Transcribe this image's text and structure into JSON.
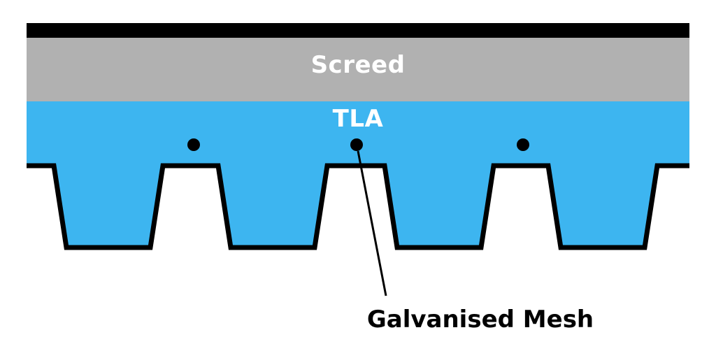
{
  "diagram": {
    "type": "construction-section-detail",
    "layers": {
      "top": {
        "label": "",
        "color": "#000000"
      },
      "screed": {
        "label": "Screed",
        "color": "#B1B1B1",
        "text_color": "#FFFFFF"
      },
      "tla": {
        "label": "TLA",
        "color": "#3DB5F0",
        "text_color": "#FFFFFF"
      }
    },
    "annotation": {
      "label": "Galvanised Mesh",
      "dot_count": 3,
      "text_color": "#000000"
    },
    "colors": {
      "background": "#FFFFFF",
      "outline": "#000000",
      "mesh_dot": "#000000",
      "tla_fill": "#3DB5F0"
    }
  }
}
